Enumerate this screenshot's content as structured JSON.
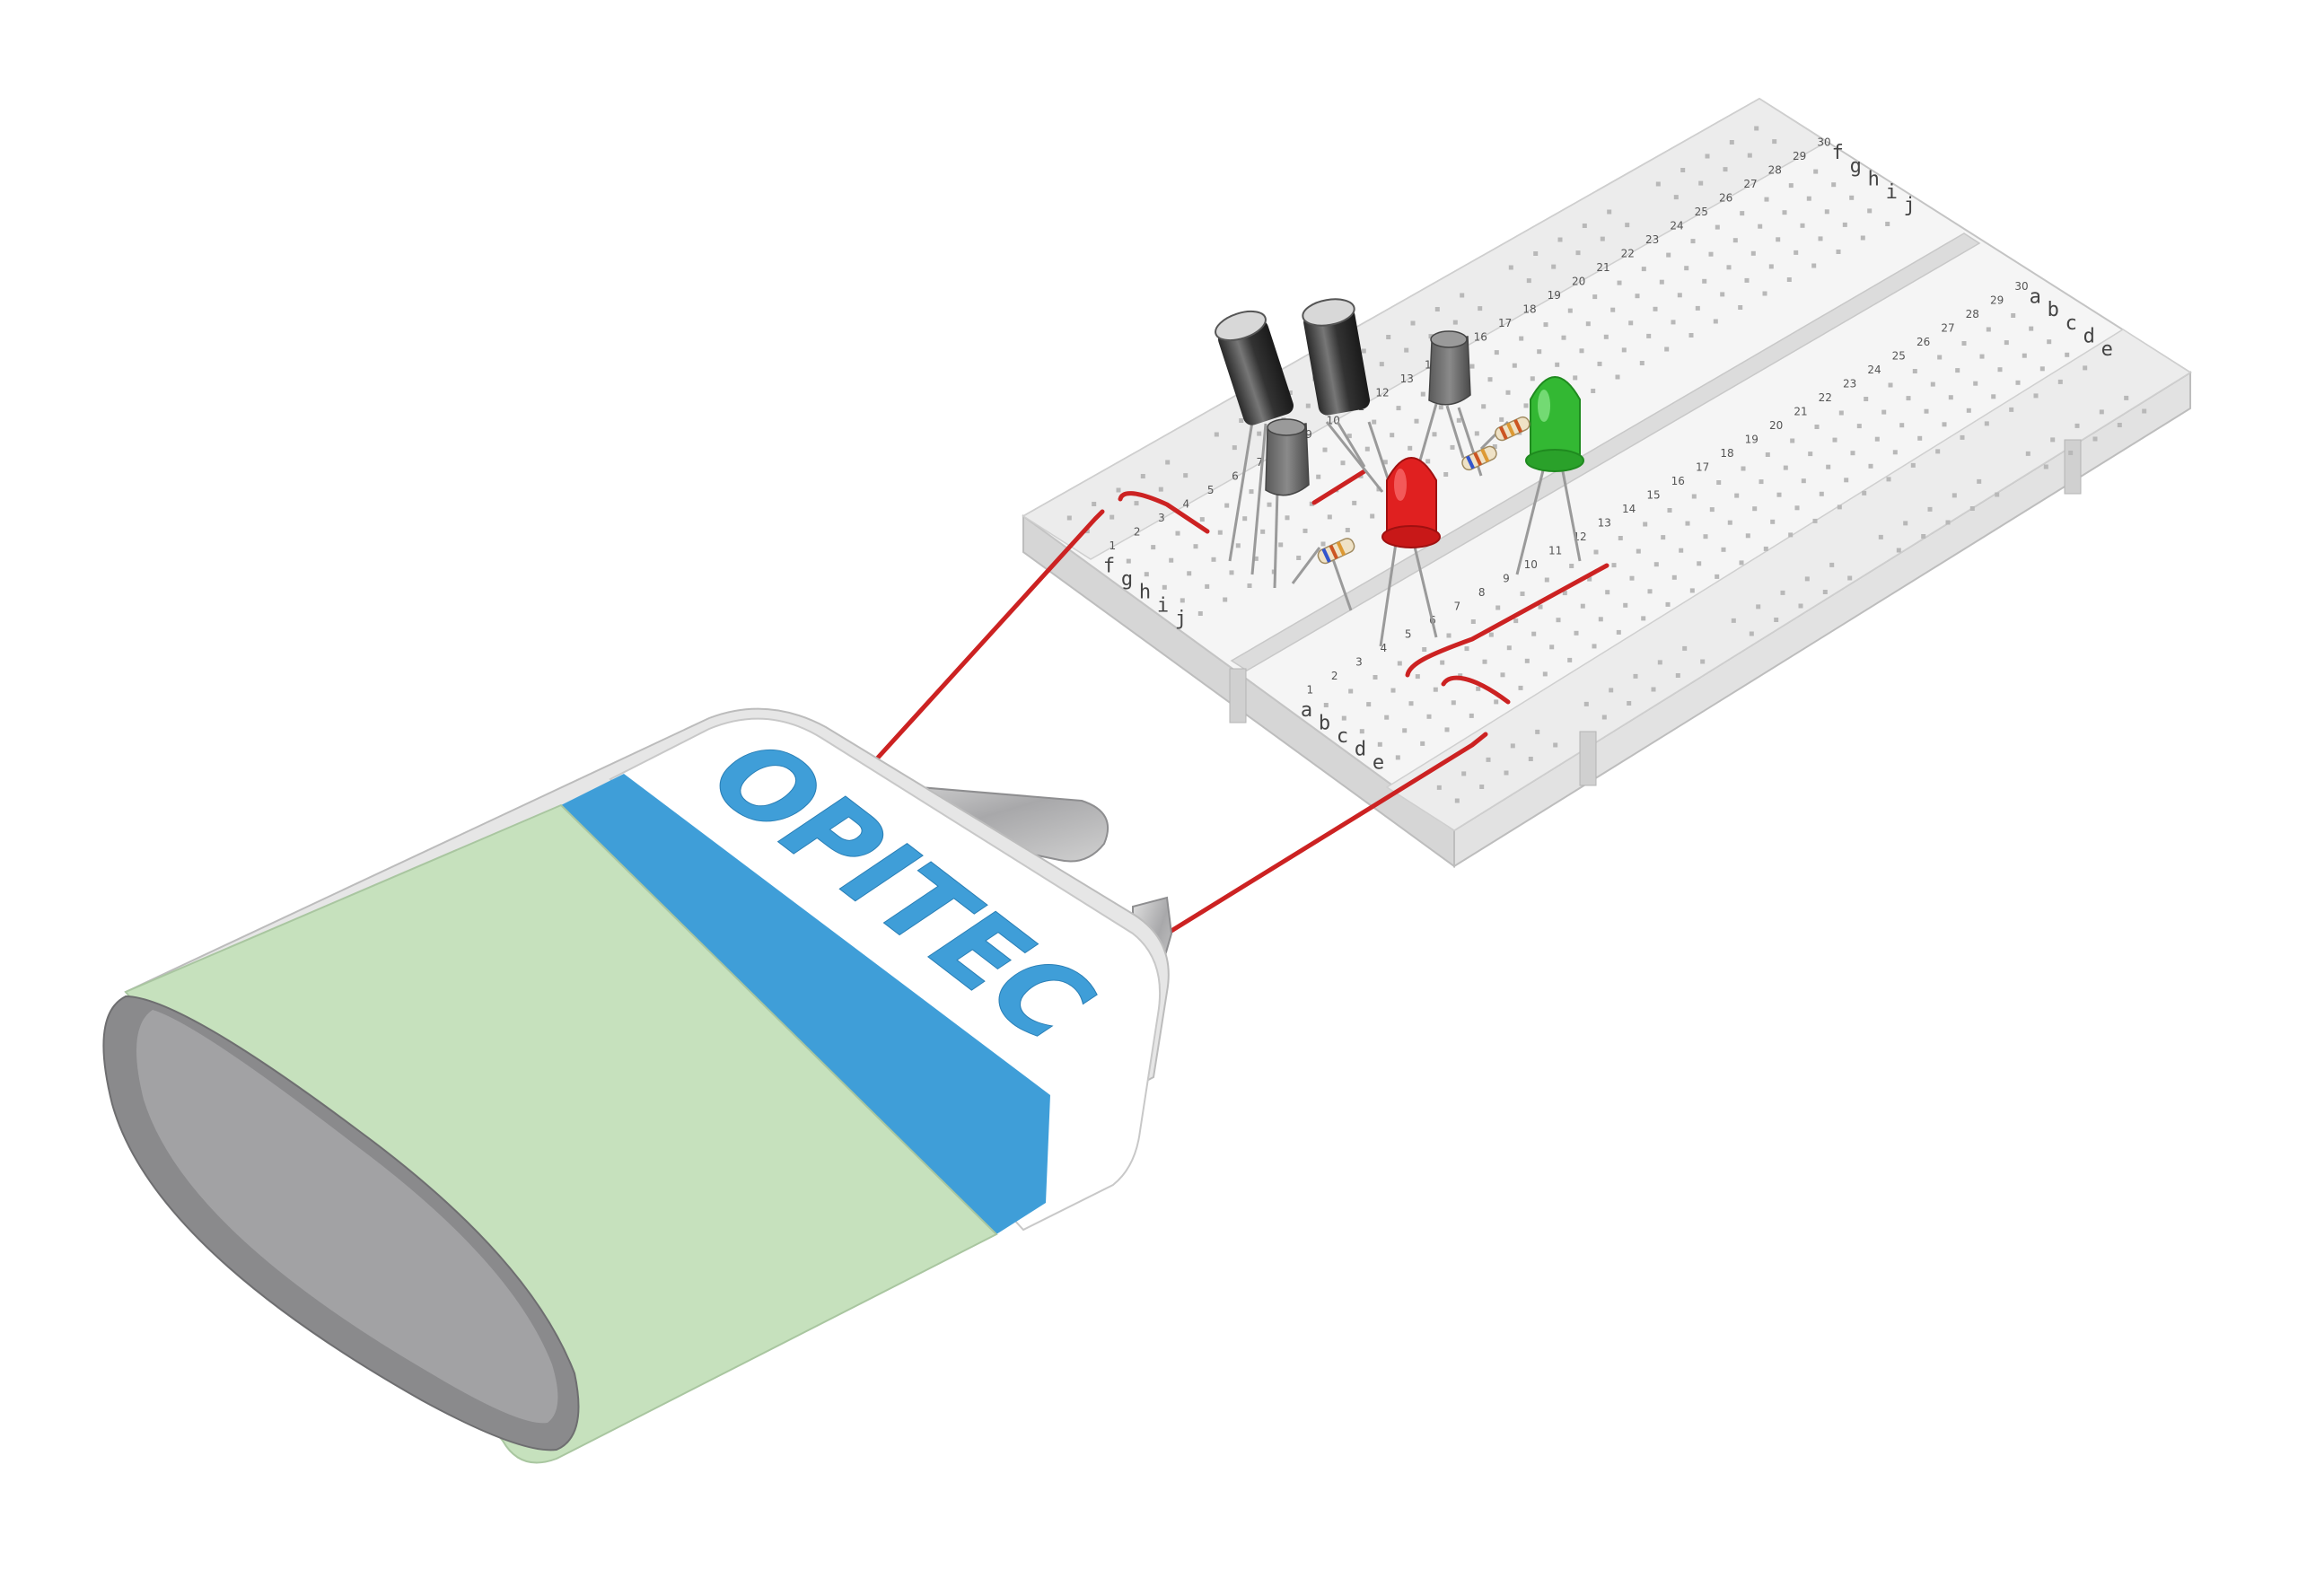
{
  "battery": {
    "brand": "OPITEC",
    "colors": {
      "body": "#c6e1bd",
      "band": "#3f9ed8",
      "label": "#ffffff",
      "end_cap": "#8a8a8c",
      "terminal": "#b9b9bb"
    }
  },
  "breadboard": {
    "row_letters_left": [
      "f",
      "g",
      "h",
      "i",
      "j"
    ],
    "row_letters_right": [
      "a",
      "b",
      "c",
      "d",
      "e"
    ],
    "column_numbers": [
      "1",
      "2",
      "3",
      "4",
      "5",
      "6",
      "7",
      "8",
      "9",
      "10",
      "11",
      "12",
      "13",
      "14",
      "15",
      "16",
      "17",
      "18",
      "19",
      "20",
      "21",
      "22",
      "23",
      "24",
      "25",
      "26",
      "27",
      "28",
      "29",
      "30"
    ],
    "colors": {
      "body": "#eeeeee",
      "top": "#f6f6f6",
      "side": "#d4d4d4",
      "hole": "#b8b8b8"
    }
  },
  "components": {
    "capacitors": [
      {
        "icon": "electrolytic-capacitor"
      },
      {
        "icon": "electrolytic-capacitor"
      }
    ],
    "transistors": [
      {
        "icon": "transistor-to92"
      },
      {
        "icon": "transistor-to92"
      }
    ],
    "leds": [
      {
        "icon": "led",
        "color": "#e02020"
      },
      {
        "icon": "led",
        "color": "#33b833"
      }
    ],
    "resistors": [
      {
        "icon": "resistor"
      },
      {
        "icon": "resistor"
      },
      {
        "icon": "resistor"
      }
    ],
    "wire_color": "#cc2222"
  }
}
